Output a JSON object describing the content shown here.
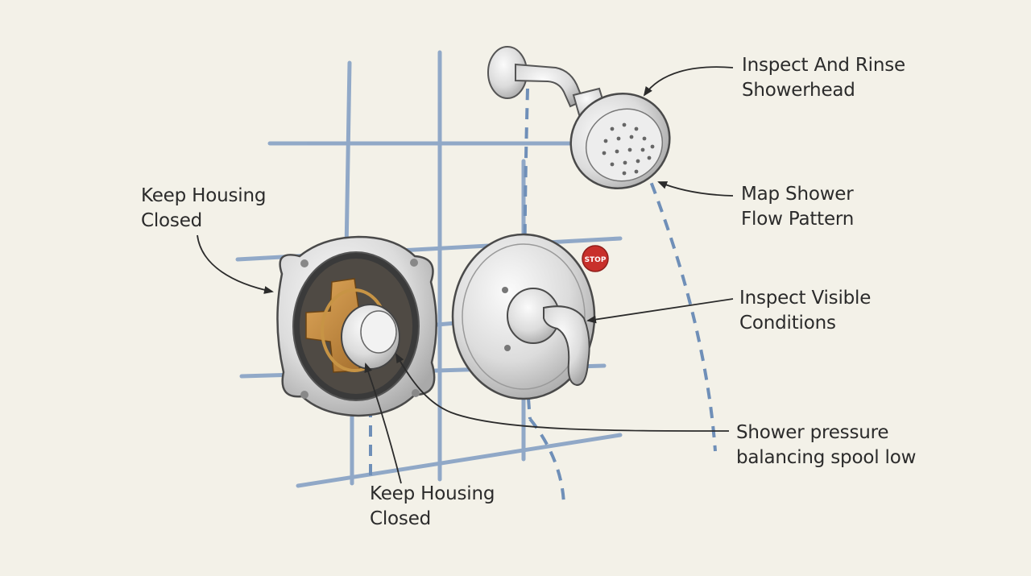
{
  "labels": {
    "showerhead": [
      "Inspect And Rinse",
      "Showerhead"
    ],
    "flow_pattern": [
      "Map Shower",
      "Flow Pattern"
    ],
    "housing_top": [
      "Keep Housing",
      "Closed"
    ],
    "visible_conditions": [
      "Inspect Visible",
      "Conditions"
    ],
    "spool": [
      "Shower pressure",
      "balancing spool low"
    ],
    "housing_bottom": [
      "Keep Housing",
      "Closed"
    ]
  },
  "stop_sign": "STOP",
  "colors": {
    "background": "#f3f1e8",
    "tile_grout": "#7f9cc2",
    "water": "#6f8fb8",
    "metal": "#d9d9d9",
    "brass": "#c08a3e",
    "stop_red": "#c8302b",
    "ink": "#2b2b2b"
  }
}
